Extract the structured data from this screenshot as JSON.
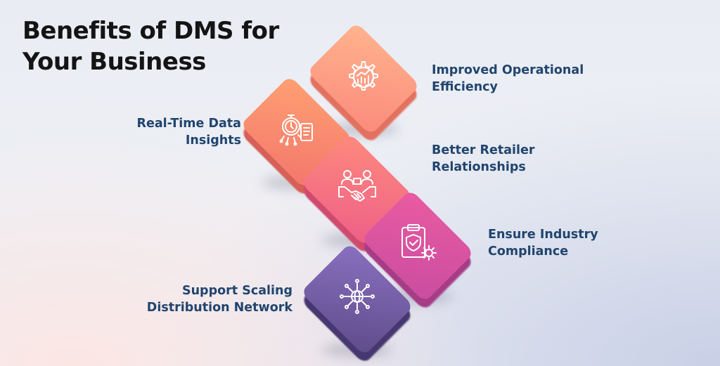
{
  "title": {
    "line1": "Benefits of DMS for",
    "line2": "Your Business"
  },
  "benefits": [
    {
      "line1": "Improved Operational",
      "line2": "Efficiency",
      "icon": "gear-chart-icon"
    },
    {
      "line1": "Real-Time Data",
      "line2": "Insights",
      "icon": "stopwatch-report-icon"
    },
    {
      "line1": "Better Retailer",
      "line2": "Relationships",
      "icon": "handshake-icon"
    },
    {
      "line1": "Ensure Industry",
      "line2": "Compliance",
      "icon": "clipboard-shield-icon"
    },
    {
      "line1": "Support Scaling",
      "line2": "Distribution Network",
      "icon": "globe-network-icon"
    }
  ],
  "colors": {
    "title": "#141414",
    "label": "#21456e",
    "tile_peach": "#fb8a7c",
    "tile_orange": "#f3776d",
    "tile_coral": "#ed5f87",
    "tile_pink": "#c94da0",
    "tile_purple": "#5f4c8a"
  }
}
